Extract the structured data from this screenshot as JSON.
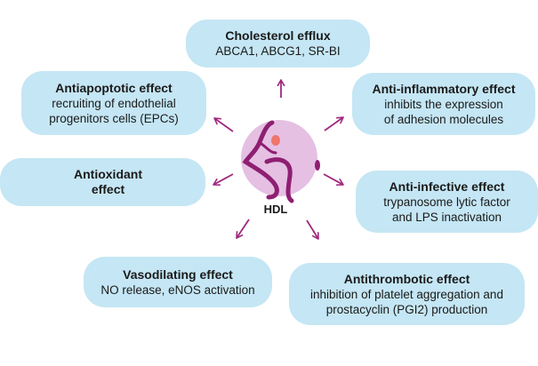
{
  "center": {
    "label": "HDL"
  },
  "effects": {
    "cholesterol_efflux": {
      "title": "Cholesterol efflux",
      "desc": [
        "ABCA1, ABCG1, SR-BI"
      ]
    },
    "antiapoptotic": {
      "title": "Antiapoptotic effect",
      "desc": [
        "recruiting of endothelial",
        "progenitors cells (EPCs)"
      ]
    },
    "anti_inflammatory": {
      "title": "Anti-inflammatory effect",
      "desc": [
        "inhibits the expression",
        "of adhesion molecules"
      ]
    },
    "antioxidant": {
      "title": [
        "Antioxidant",
        "effect"
      ]
    },
    "anti_infective": {
      "title": "Anti-infective effect",
      "desc": [
        "trypanosome lytic factor",
        "and LPS inactivation"
      ]
    },
    "vasodilating": {
      "title": "Vasodilating effect",
      "desc": [
        "NO release, eNOS activation"
      ]
    },
    "antithrombotic": {
      "title": "Antithrombotic effect",
      "desc": [
        "inhibition of platelet aggregation and",
        "prostacyclin (PGI2) production"
      ]
    }
  },
  "colors": {
    "box_fill": "#c5e6f4",
    "arrow": "#a0287d",
    "hdl_sphere": "#e5c0e3",
    "hdl_strand": "#8e1f72",
    "hdl_patch": "#f0756b"
  }
}
